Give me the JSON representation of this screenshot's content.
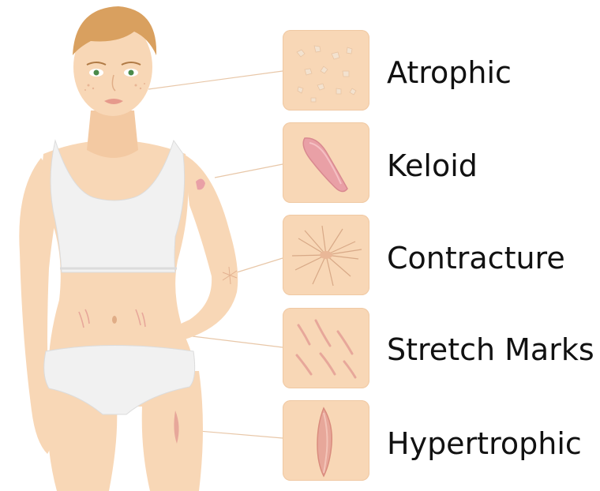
{
  "scar_types": [
    {
      "label": "Atrophic"
    },
    {
      "label": "Keloid"
    },
    {
      "label": "Contracture"
    },
    {
      "label": "Stretch Marks"
    },
    {
      "label": "Hypertrophic"
    }
  ],
  "colors": {
    "skin": "#f8d7b6",
    "skin_shadow": "#eebf97",
    "hair": "#d9a05f",
    "underwear": "#f1f1f1",
    "scar": "#e7a79a",
    "keloid": "#e9a0a6",
    "connector": "#e8c7a8"
  },
  "icons": [
    "woman-figure-illustration",
    "atrophic-scar-icon",
    "keloid-scar-icon",
    "contracture-scar-icon",
    "stretch-marks-icon",
    "hypertrophic-scar-icon"
  ]
}
